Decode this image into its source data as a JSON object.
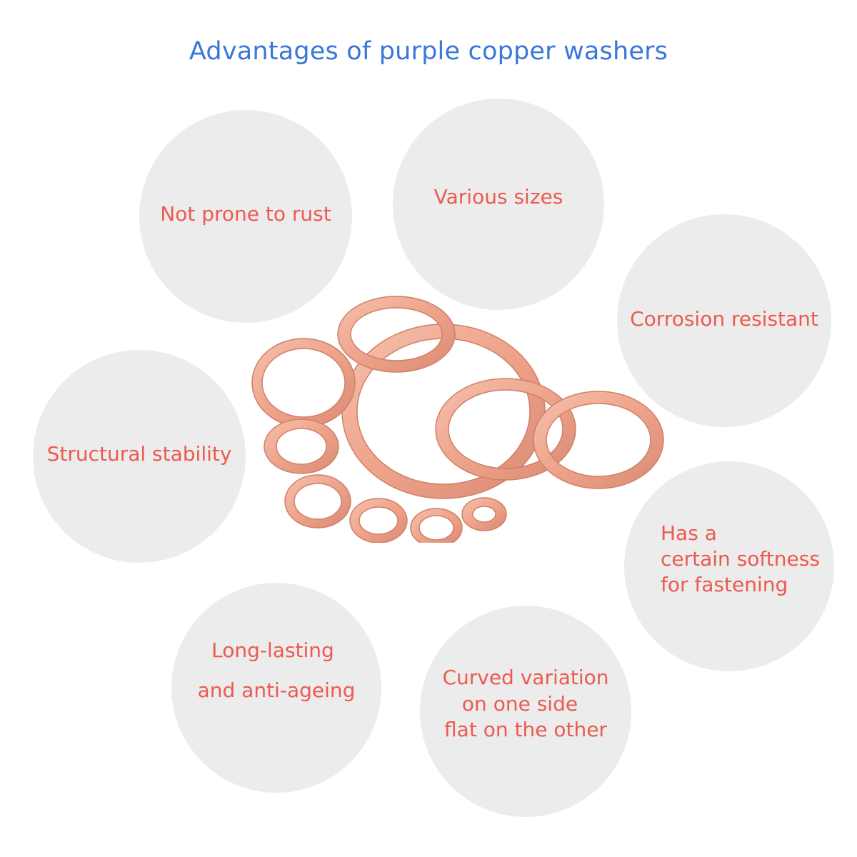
{
  "title": "Advantages of purple copper washers",
  "features": {
    "rust": "Not prone to rust",
    "sizes": "Various sizes",
    "corrosion": "Corrosion resistant",
    "stability": "Structural stability",
    "softness": [
      "Has a",
      "certain softness",
      "for fastening"
    ],
    "longlasting": [
      "Long-lasting",
      "and anti-ageing"
    ],
    "curved": [
      "Curved variation",
      "on one side",
      "flat on the other"
    ]
  },
  "colors": {
    "title": "#3a78d8",
    "feature_text": "#ec5a50",
    "bubble": "#ececec",
    "copper_light": "#f4b49f",
    "copper_dark": "#d9826b"
  }
}
